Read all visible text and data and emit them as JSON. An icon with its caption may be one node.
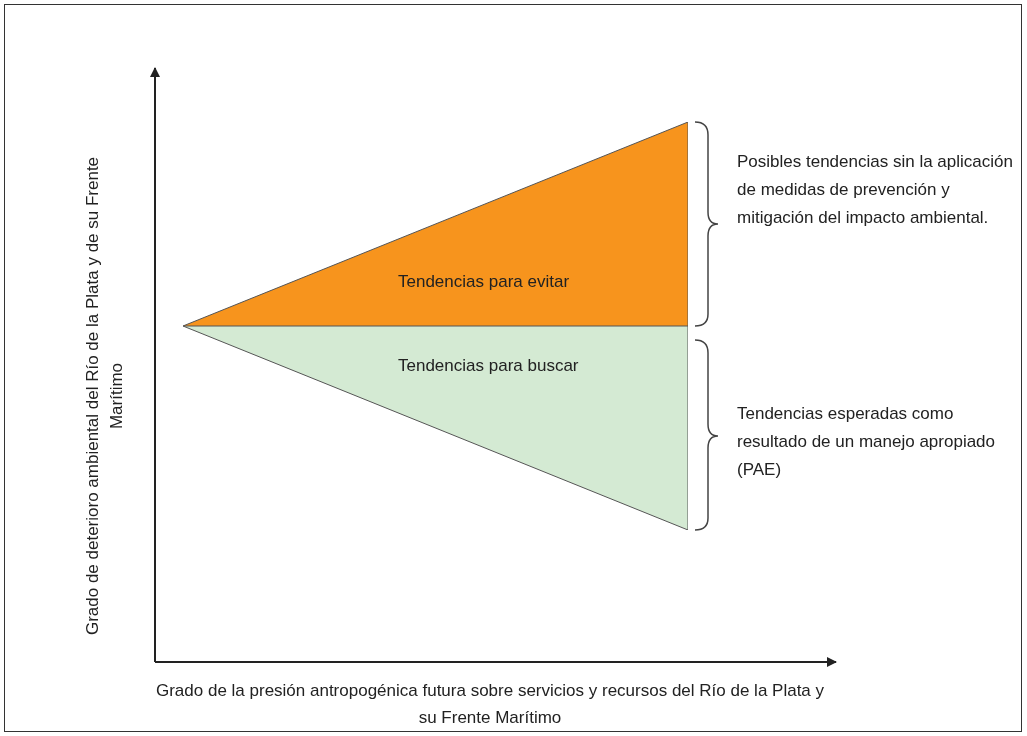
{
  "diagram": {
    "nodes": [
      {
        "text": [
          "Tendencias para evitar"
        ]
      },
      {
        "text": [
          "Tendencias para buscar"
        ]
      }
    ],
    "edges": [],
    "labels": [
      "Grado de deterioro ambiental del Río de la Plata y de su Frente Marítimo",
      "Posibles tendencias sin la aplicación de medidas de prevención y mitigación del impacto ambiental.",
      "Tendencias esperadas como resultado de un manejo apropiado (PAE)",
      "Grado de la presión antropogénica futura sobre servicios y recursos del Río de la Plata y su Frente Marítimo"
    ]
  }
}
